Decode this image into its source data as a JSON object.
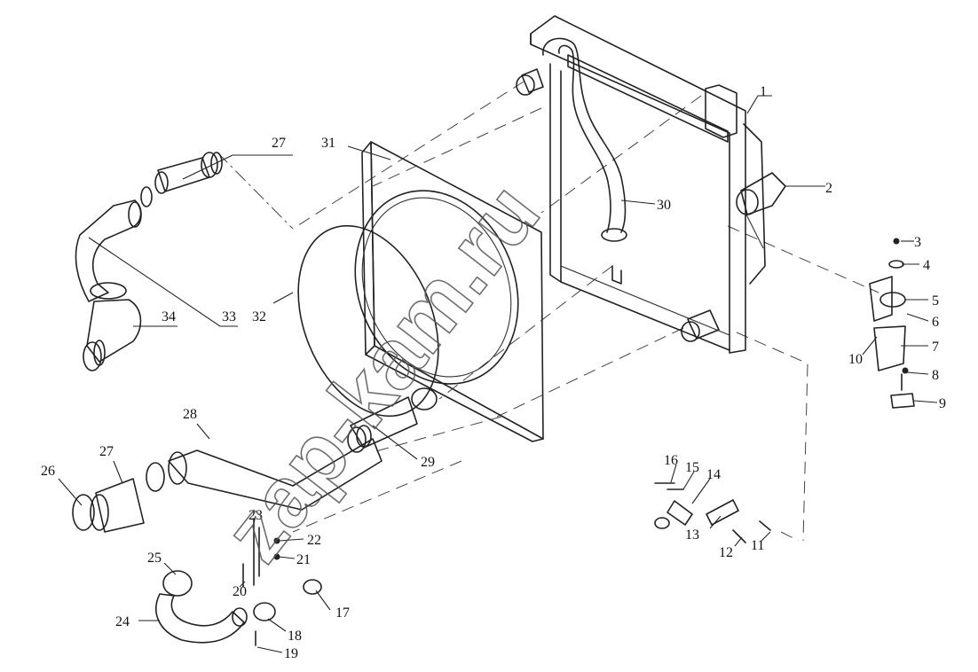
{
  "diagram": {
    "part_numbers": [
      "1",
      "2",
      "3",
      "4",
      "5",
      "6",
      "7",
      "8",
      "9",
      "10",
      "11",
      "12",
      "13",
      "14",
      "15",
      "16",
      "17",
      "18",
      "19",
      "20",
      "21",
      "22",
      "23",
      "24",
      "25",
      "26",
      "27",
      "27",
      "28",
      "29",
      "30",
      "31",
      "32",
      "33",
      "34"
    ],
    "watermark": "zap-kam.ru"
  },
  "colors": {
    "line": "#222222",
    "background": "#ffffff"
  }
}
